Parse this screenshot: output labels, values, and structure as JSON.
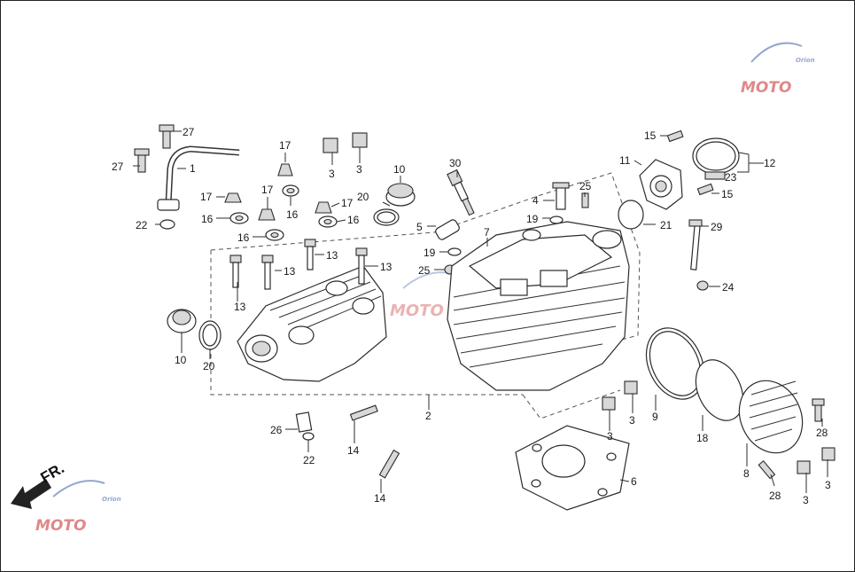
{
  "diagram": {
    "front_label": "FR.",
    "watermark_brand": "MOTO",
    "watermark_sub": "Orion",
    "callouts": [
      {
        "id": "c1",
        "text": "1"
      },
      {
        "id": "c2",
        "text": "2"
      },
      {
        "id": "c3a",
        "text": "3"
      },
      {
        "id": "c3b",
        "text": "3"
      },
      {
        "id": "c3c",
        "text": "3"
      },
      {
        "id": "c3d",
        "text": "3"
      },
      {
        "id": "c3e",
        "text": "3"
      },
      {
        "id": "c3f",
        "text": "3"
      },
      {
        "id": "c4",
        "text": "4"
      },
      {
        "id": "c5",
        "text": "5"
      },
      {
        "id": "c6",
        "text": "6"
      },
      {
        "id": "c7",
        "text": "7"
      },
      {
        "id": "c8",
        "text": "8"
      },
      {
        "id": "c9",
        "text": "9"
      },
      {
        "id": "c10a",
        "text": "10"
      },
      {
        "id": "c10b",
        "text": "10"
      },
      {
        "id": "c11",
        "text": "11"
      },
      {
        "id": "c12",
        "text": "12"
      },
      {
        "id": "c13a",
        "text": "13"
      },
      {
        "id": "c13b",
        "text": "13"
      },
      {
        "id": "c13c",
        "text": "13"
      },
      {
        "id": "c13d",
        "text": "13"
      },
      {
        "id": "c14a",
        "text": "14"
      },
      {
        "id": "c14b",
        "text": "14"
      },
      {
        "id": "c15a",
        "text": "15"
      },
      {
        "id": "c15b",
        "text": "15"
      },
      {
        "id": "c16a",
        "text": "16"
      },
      {
        "id": "c16b",
        "text": "16"
      },
      {
        "id": "c16c",
        "text": "16"
      },
      {
        "id": "c16d",
        "text": "16"
      },
      {
        "id": "c17a",
        "text": "17"
      },
      {
        "id": "c17b",
        "text": "17"
      },
      {
        "id": "c17c",
        "text": "17"
      },
      {
        "id": "c17d",
        "text": "17"
      },
      {
        "id": "c18",
        "text": "18"
      },
      {
        "id": "c19a",
        "text": "19"
      },
      {
        "id": "c19b",
        "text": "19"
      },
      {
        "id": "c20a",
        "text": "20"
      },
      {
        "id": "c20b",
        "text": "20"
      },
      {
        "id": "c21",
        "text": "21"
      },
      {
        "id": "c22a",
        "text": "22"
      },
      {
        "id": "c22b",
        "text": "22"
      },
      {
        "id": "c23",
        "text": "23"
      },
      {
        "id": "c24",
        "text": "24"
      },
      {
        "id": "c25a",
        "text": "25"
      },
      {
        "id": "c25b",
        "text": "25"
      },
      {
        "id": "c26",
        "text": "26"
      },
      {
        "id": "c27a",
        "text": "27"
      },
      {
        "id": "c27b",
        "text": "27"
      },
      {
        "id": "c28a",
        "text": "28"
      },
      {
        "id": "c28b",
        "text": "28"
      },
      {
        "id": "c29",
        "text": "29"
      },
      {
        "id": "c30",
        "text": "30"
      }
    ]
  }
}
